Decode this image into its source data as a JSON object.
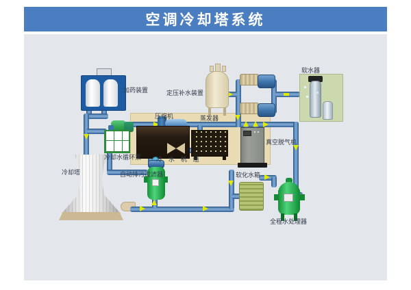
{
  "window": {
    "title": "空调冷却塔系统"
  },
  "diagram": {
    "labels": {
      "dosing_device": "加药装置",
      "pressure_tank": "定压补水装置",
      "water_softener": "软水器",
      "compressor": "压缩机",
      "evaporator": "蒸发器",
      "chiller_unit": "冷 水 机 组",
      "vacuum_degasser": "真空脱气机",
      "soft_water_tank": "软化水箱",
      "water_processor": "全程水处理器",
      "cooling_tower": "冷却塔",
      "circulation_pump": "冷却水循环泵",
      "auto_filter": "自动排污过滤器"
    }
  },
  "colors": {
    "title_bar": "#4b7ec0",
    "panel_bg": "#e3e6ea",
    "pipe": "#3a6ca8",
    "flow_arrow": "#e2ea00",
    "chiller_panel": "#e9dcb4",
    "equipment_green": "#2fae4e",
    "soft_tank_olive": "#aab964",
    "dosing_blue": "#1d5ca3",
    "cabinet_gray": "#8e938d",
    "softener_panel_green": "#ccd8ad",
    "tank_cream": "#e9dfc6"
  }
}
